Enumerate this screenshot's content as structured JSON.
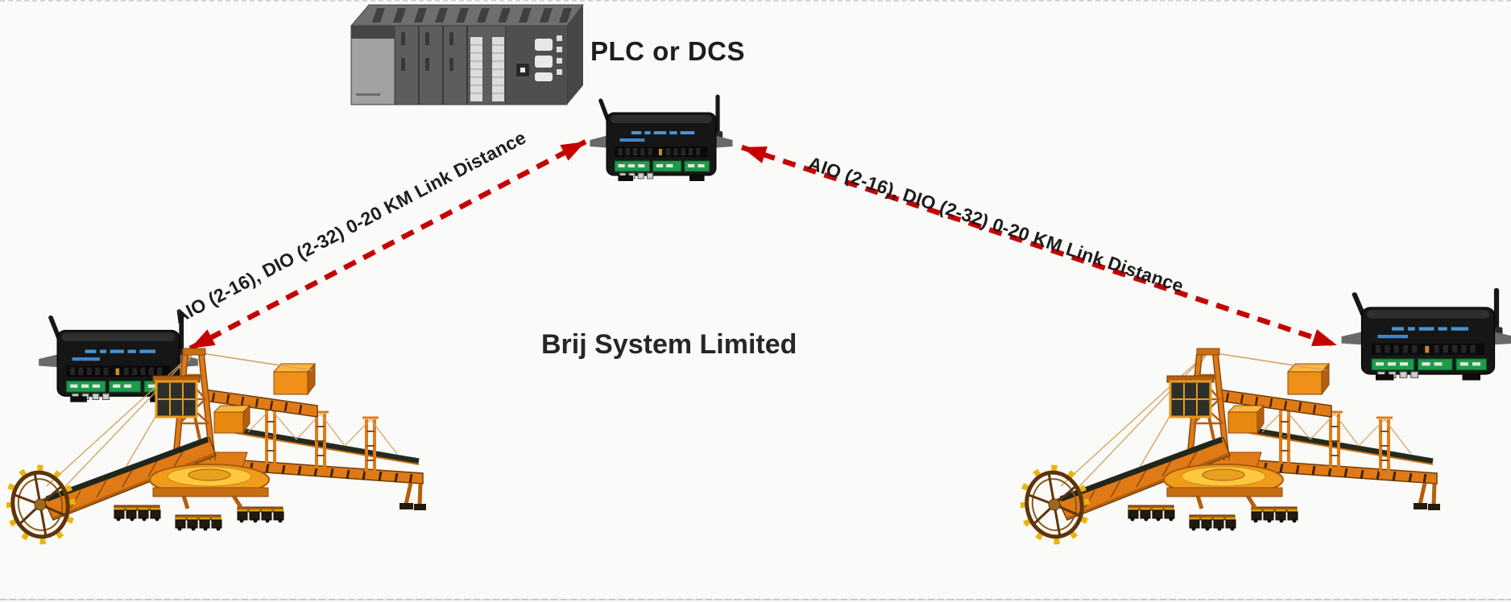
{
  "background_color": "#fafaf8",
  "plc": {
    "label": "PLC or DCS"
  },
  "center": {
    "company": "Brij System Limited"
  },
  "links": {
    "left": {
      "label": "AIO (2-16), DIO (2-32) 0-20 KM Link Distance",
      "color": "#c40000",
      "line_style": "dashed",
      "arrows": "both-ends"
    },
    "right": {
      "label": "AIO (2-16), DIO (2-32) 0-20 KM Link Distance",
      "color": "#c40000",
      "line_style": "dashed",
      "arrows": "both-ends"
    }
  },
  "icons": {
    "plc": "plc-rack-icon",
    "master_radio": "wireless-io-radio-icon",
    "remote_radio_left": "wireless-io-radio-icon",
    "remote_radio_right": "wireless-io-radio-icon",
    "machine_left": "bucket-wheel-stacker-reclaimer-icon",
    "machine_right": "bucket-wheel-stacker-reclaimer-icon"
  }
}
